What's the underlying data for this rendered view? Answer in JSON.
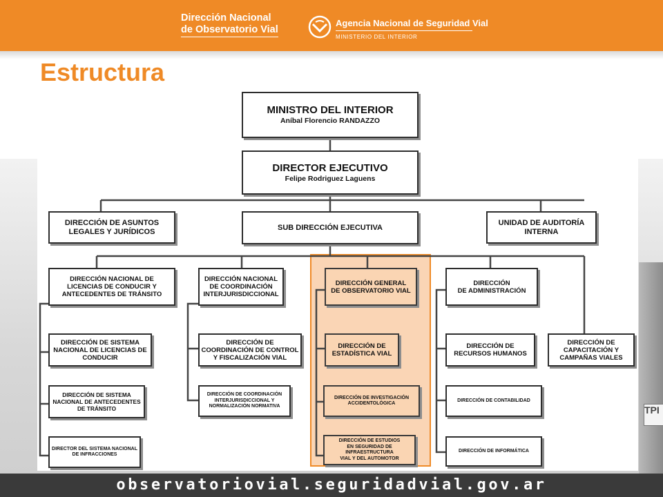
{
  "header": {
    "brand_left_line1": "Dirección Nacional",
    "brand_left_line2": "de Observatorio Vial",
    "agency": "Agencia Nacional de Seguridad Vial",
    "ministry": "MINISTERIO DEL INTERIOR",
    "colors": {
      "accent": "#ef8a26",
      "footer": "#3a3a3a",
      "highlight": "#fad5b3"
    }
  },
  "title": "Estructura",
  "org": {
    "ministro": {
      "name": "MINISTRO DEL INTERIOR",
      "person": "Aníbal Florencio RANDAZZO"
    },
    "director": {
      "name": "DIRECTOR EJECUTIVO",
      "person": "Felipe Rodriguez Laguens"
    },
    "asuntos": "DIRECCIÓN DE ASUNTOS\nLEGALES Y JURÍDICOS",
    "subdireccion": "SUB DIRECCIÓN EJECUTIVA",
    "auditoria": "UNIDAD DE AUDITORÍA\nINTERNA",
    "col1": [
      "DIRECCIÓN NACIONAL DE\nLICENCIAS DE CONDUCIR Y\nANTECEDENTES DE TRÁNSITO",
      "DIRECCIÓN DE SISTEMA\nNACIONAL  DE LICENCIAS DE\nCONDUCIR",
      "DIRECCIÓN DE SISTEMA\nNACIONAL DE ANTECEDENTES\nDE TRÁNSITO",
      "DIRECTOR  DEL SISTEMA NACIONAL\nDE INFRACCIONES"
    ],
    "col2": [
      "DIRECCIÓN NACIONAL\nDE COORDINACIÓN\nINTERJURISDICCIONAL",
      "DIRECCIÓN DE\nCOORDINACIÓN DE CONTROL\nY FISCALIZACIÓN VIAL",
      "DIRECCIÓN DE COORDINACIÓN\nINTERJURISDICCIONAL  Y\nNORMALIZACIÓN NORMATIVA"
    ],
    "col3": [
      "DIRECCIÓN GENERAL\nDE OBSERVATORIO VIAL",
      "DIRECCIÓN DE\nESTADÍSTICA VIAL",
      "DIRECCIÓN DE INVESTIGACIÓN\nACCIDENTOLÓGICA",
      "DIRECCIÓN DE ESTUDIOS\nEN SEGURIDAD DE\nINFRAESTRUCTURA\nVIAL  Y DEL AUTOMOTOR"
    ],
    "col4": [
      "DIRECCIÓN\nDE ADMINISTRACIÓN",
      "DIRECCIÓN DE\nRECURSOS HUMANOS",
      "DIRECCIÓN DE CONTABILIDAD",
      "DIRECCIÓN DE INFORMÁTICA"
    ],
    "col5": "DIRECCIÓN DE\nCAPACITACIÓN Y\nCAMPAÑAS VIALES"
  },
  "footer": "observatoriovial.seguridadvial.gov.ar",
  "background_plate": "TPI"
}
